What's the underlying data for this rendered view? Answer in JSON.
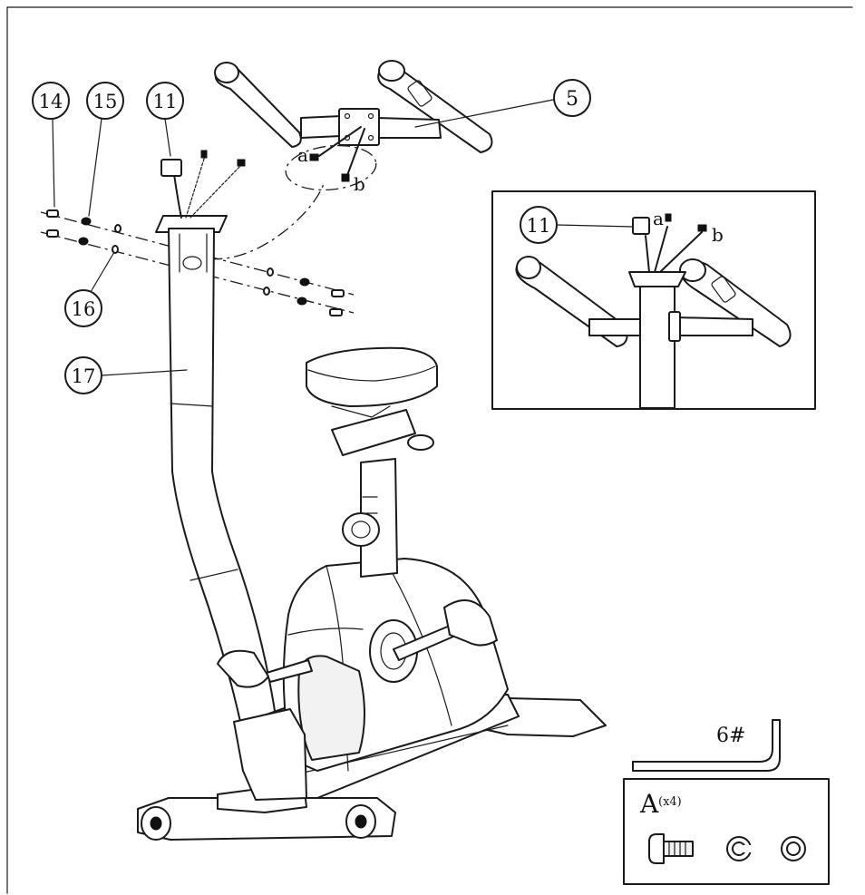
{
  "callouts": {
    "c14": "14",
    "c15": "15",
    "c11": "11",
    "c5": "5",
    "c16": "16",
    "c17": "17"
  },
  "wire_labels": {
    "a": "a",
    "b": "b"
  },
  "inset": {
    "c11": "11",
    "a": "a",
    "b": "b"
  },
  "tool": {
    "label": "6#"
  },
  "hardware": {
    "letter": "A",
    "qty": "(x4)"
  },
  "icons": [
    "allen-key-icon",
    "bolt-icon",
    "split-washer-icon",
    "flat-washer-icon",
    "caster-wheel-icon"
  ]
}
